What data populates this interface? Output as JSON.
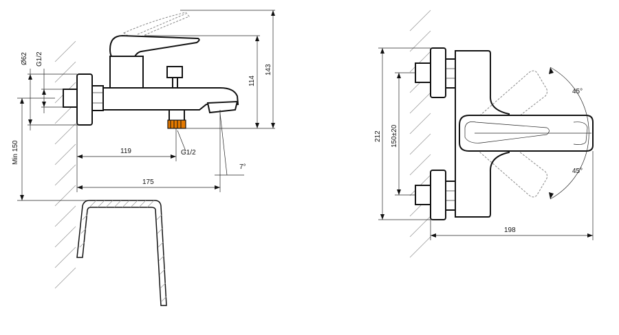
{
  "dimensions": {
    "side_diameter": "Ø62",
    "side_thread_in": "G1/2",
    "side_height_114": "114",
    "side_height_143": "143",
    "side_min_150": "Min 150",
    "side_spout_119": "119",
    "side_thread_out": "G1/2",
    "side_angle": "7°",
    "side_length_175": "175",
    "front_height_212": "212",
    "front_spacing": "150±20",
    "front_angle_top": "45°",
    "front_angle_bottom": "45°",
    "front_depth_198": "198"
  },
  "colors": {
    "line": "#111111",
    "hatch": "#999999",
    "thread": "#e57a00"
  }
}
